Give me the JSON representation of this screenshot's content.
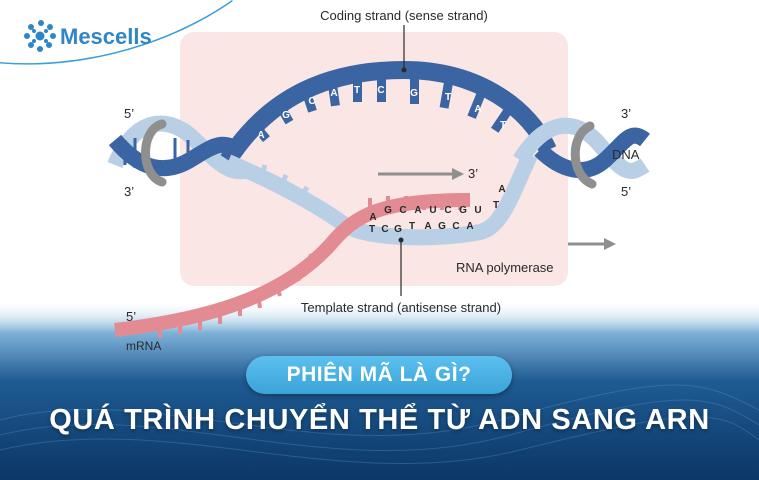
{
  "brand": {
    "name": "Mescells"
  },
  "diagram": {
    "coding_strand_label": "Coding strand (sense strand)",
    "template_strand_label": "Template strand (antisense strand)",
    "rna_polymerase_label": "RNA polymerase",
    "dna_label": "DNA",
    "mrna_label": "mRNA",
    "left_top_end": "5’",
    "left_bottom_end": "3’",
    "right_top_end": "3’",
    "right_bottom_end": "5’",
    "rna_3prime_label": "3’",
    "mrna_5prime_label": "5’",
    "coding_bases": [
      "A",
      "G",
      "C",
      "A",
      "T",
      "C",
      "G",
      "T",
      "A",
      "T"
    ],
    "rna_bases": [
      "A",
      "G",
      "C",
      "A",
      "U",
      "C",
      "G",
      "U",
      "A",
      "T"
    ],
    "template_bases": [
      "T",
      "C",
      "G",
      "T",
      "A",
      "G",
      "C",
      "A"
    ]
  },
  "banner": {
    "question": "PHIÊN MÃ LÀ GÌ?",
    "headline": "QUÁ TRÌNH CHUYỂN THỂ TỪ ADN SANG ARN"
  },
  "colors": {
    "dark_blue": "#3b64a3",
    "light_blue": "#b9cfe6",
    "rna_pink": "#e38b92",
    "box_pink": "#fae6e4",
    "pill_blue": "#4bb3e6",
    "footer_navy": "#0d3c6e"
  }
}
